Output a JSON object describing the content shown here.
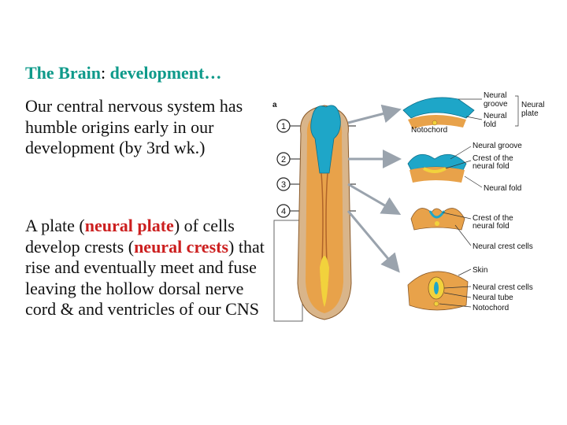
{
  "slide": {
    "title_part1": "The Brain",
    "title_colon": ":",
    "title_part2": " development…",
    "para1": "Our central nervous system has humble origins early in our development (by 3rd wk.)",
    "para2_a": "A plate (",
    "para2_hl1": "neural plate",
    "para2_b": ") of cells develop crests (",
    "para2_hl2": "neural crests",
    "para2_c": ") that rise and eventually meet and fuse leaving the hollow dorsal nerve cord & and ventricles of our CNS"
  },
  "figure": {
    "corner_letter": "a",
    "step_numbers": [
      "1",
      "2",
      "3",
      "4"
    ],
    "labels": {
      "neural_groove": "Neural groove",
      "neural_fold": "Neural fold",
      "neural_plate": "Neural plate",
      "notochord": "Notochord",
      "neural_groove_2": "Neural groove",
      "crest_of_neural_fold": "Crest of the neural fold",
      "neural_fold_2": "Neural fold",
      "crest_of_neural_fold_2": "Crest of the neural fold",
      "neural_crest_cells": "Neural crest cells",
      "skin": "Skin",
      "neural_crest_cells_2": "Neural crest cells",
      "neural_tube": "Neural tube",
      "notochord_2": "Notochord"
    },
    "colors": {
      "neural_plate_blue": "#1ea6c8",
      "tissue_orange": "#e8a24a",
      "yellow": "#f2d23c",
      "arrow_gray": "#9aa3ad"
    }
  }
}
